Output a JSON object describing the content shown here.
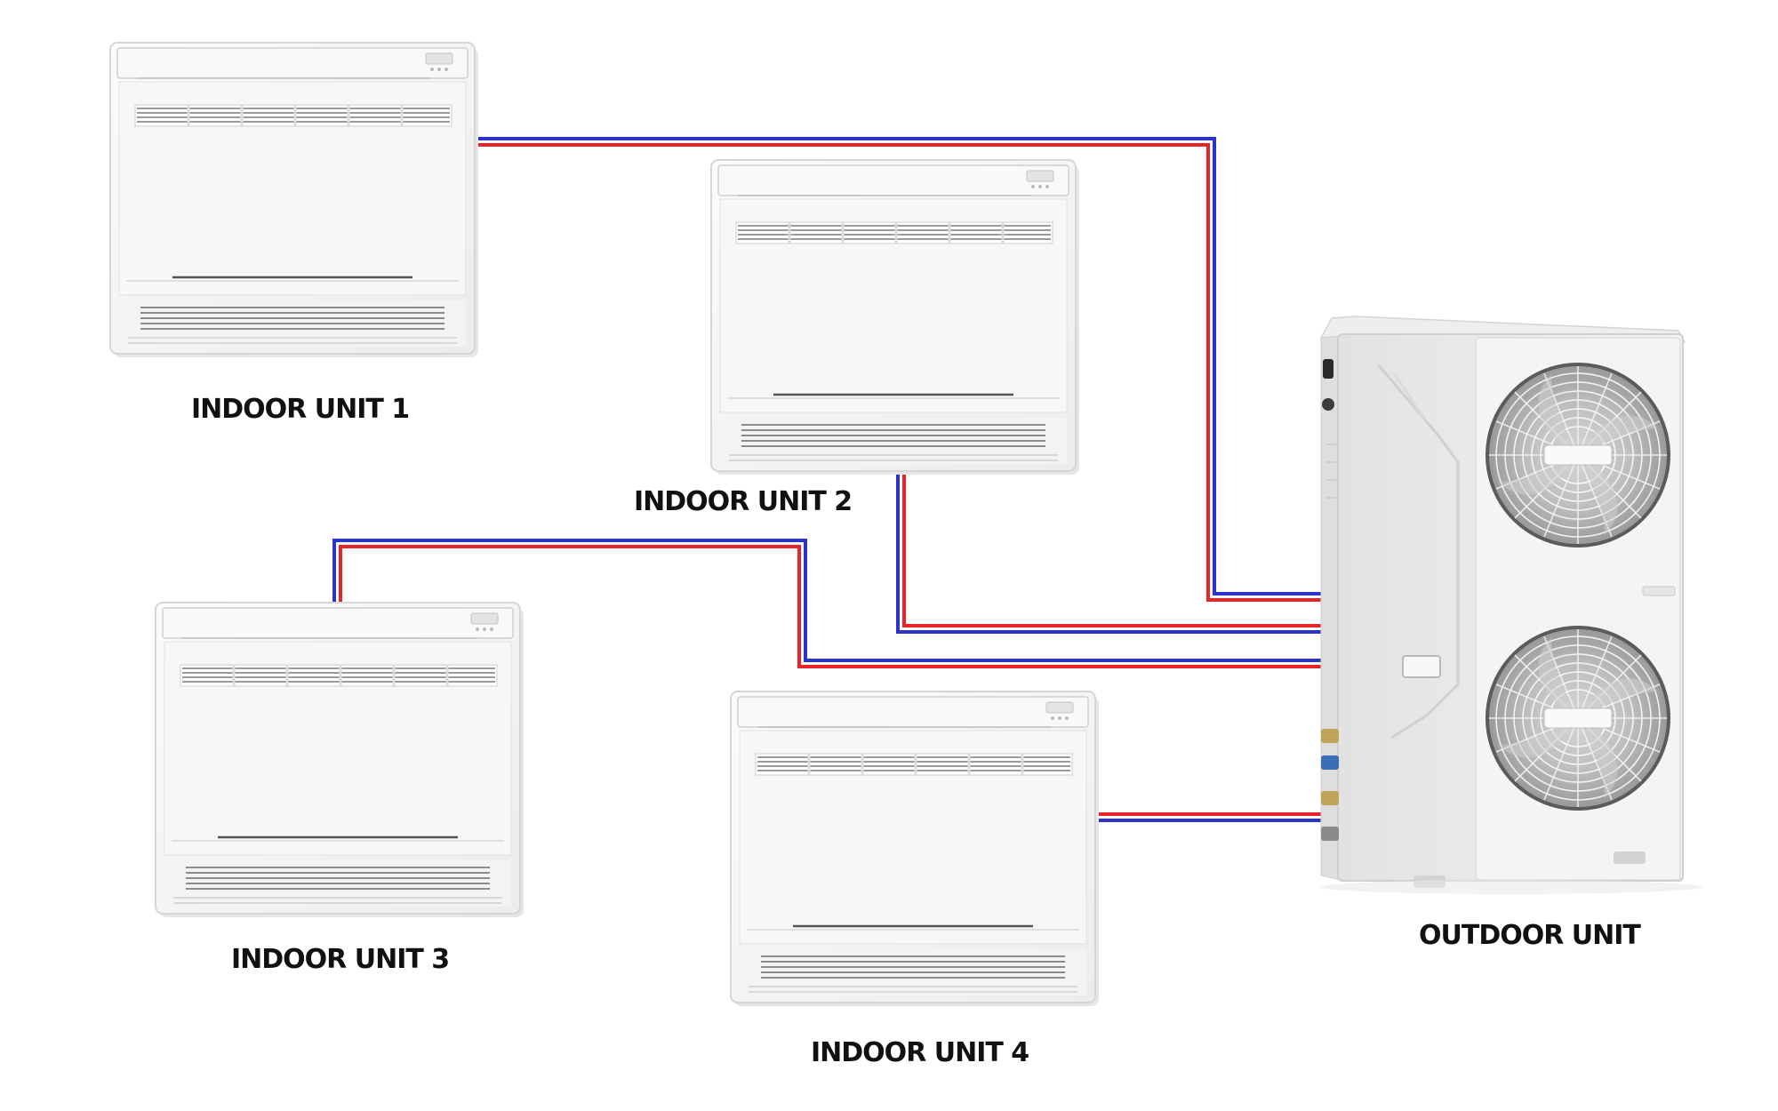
{
  "colors": {
    "pipe_red": "#e8232a",
    "pipe_blue": "#2b34c9",
    "unit_body": "#f6f6f6",
    "unit_edge": "#d9d9d9",
    "label": "#111111"
  },
  "indoor_units": [
    {
      "label": "INDOOR UNIT 1"
    },
    {
      "label": "INDOOR UNIT 2"
    },
    {
      "label": "INDOOR UNIT 3"
    },
    {
      "label": "INDOOR UNIT 4"
    }
  ],
  "outdoor_unit": {
    "label": "OUTDOOR UNIT"
  },
  "icons": {
    "indoor": "console-air-conditioner-icon",
    "outdoor": "condenser-fan-unit-icon"
  }
}
